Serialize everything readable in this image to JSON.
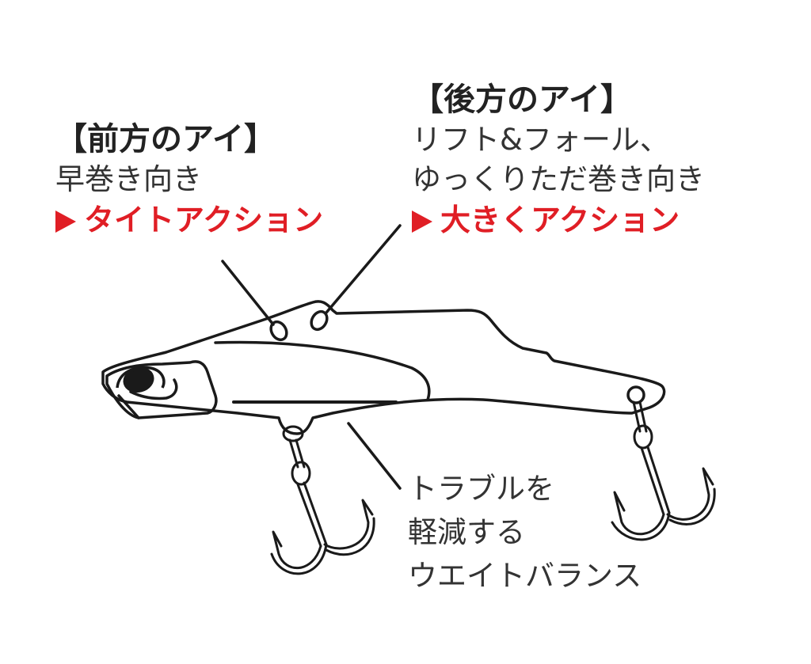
{
  "callouts": {
    "front_eye": {
      "heading": "【前方のアイ】",
      "description_lines": [
        "早巻き向き"
      ],
      "effect": "タイトアクション",
      "arrow_icon": "red-triangle-right"
    },
    "rear_eye": {
      "heading": "【後方のアイ】",
      "description_lines": [
        "リフト&フォール、",
        "ゆっくりただ巻き向き"
      ],
      "effect": "大きくアクション",
      "arrow_icon": "red-triangle-right"
    },
    "weight_balance": {
      "description_lines": [
        "トラブルを",
        "軽減する",
        "ウエイトバランス"
      ]
    }
  },
  "illustration": {
    "subject": "metal vibration lure with two line eyes and two treble hooks",
    "parts": [
      "front-line-eye",
      "rear-line-eye",
      "belly-hook-hanger",
      "tail-hook-hanger",
      "front-treble-hook",
      "tail-treble-hook",
      "lure-eye"
    ]
  },
  "colors": {
    "text_dark": "#222222",
    "accent_red": "#e01e25",
    "line_art": "#1a1a1a",
    "background": "#ffffff"
  }
}
